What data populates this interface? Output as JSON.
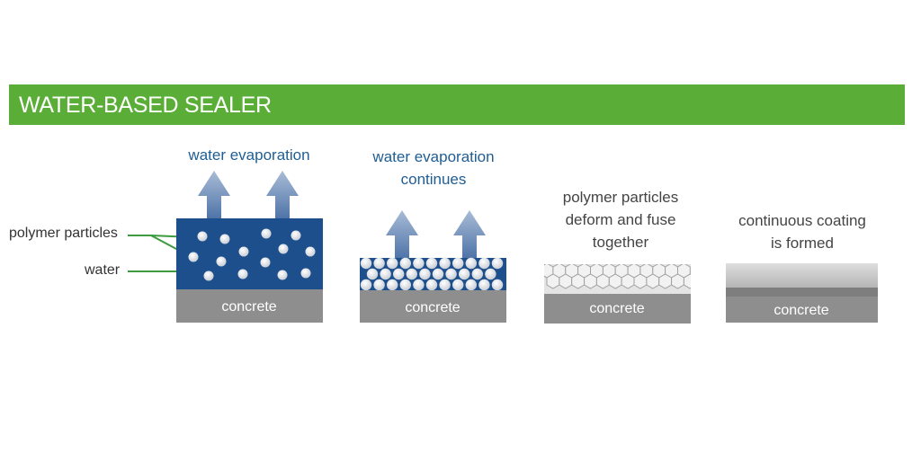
{
  "header": {
    "title": "WATER-BASED SEALER"
  },
  "labels": {
    "polymer_particles": "polymer particles",
    "water": "water"
  },
  "stages": [
    {
      "caption": [
        "water evaporation"
      ],
      "concrete": "concrete"
    },
    {
      "caption": [
        "water evaporation",
        "continues"
      ],
      "concrete": "concrete"
    },
    {
      "caption": [
        "polymer particles",
        "deform and fuse",
        "together"
      ],
      "concrete": "concrete"
    },
    {
      "caption": [
        "continuous coating",
        "is formed"
      ],
      "concrete": "concrete"
    }
  ],
  "colors": {
    "header_green": "#5aae37",
    "water_blue": "#1d4f8c",
    "concrete_gray": "#8e8e8e",
    "arrow_blue": "#5c7fb0",
    "caption_blue": "#1f5d93",
    "leader_green": "#3c9b3c"
  }
}
